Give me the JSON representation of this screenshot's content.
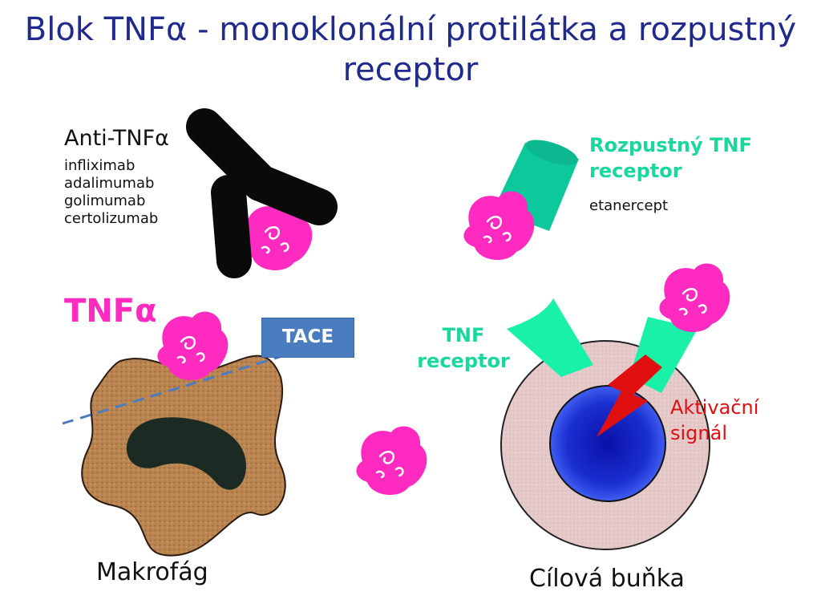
{
  "title": "Blok TNFα - monoklonální protilátka a rozpustný receptor",
  "anti_tnf": {
    "heading": "Anti-TNFα",
    "drugs": [
      "infliximab",
      "adalimumab",
      "golimumab",
      "certolizumab"
    ]
  },
  "soluble_receptor": {
    "line1": "Rozpustný TNF",
    "line2": "receptor",
    "drug": "etanercept"
  },
  "tnf_alpha_label": "TNFα",
  "tace_label": "TACE",
  "tnf_receptor": {
    "line1": "TNF",
    "line2": "receptor"
  },
  "activation_signal": {
    "line1": "Aktivační",
    "line2": "signál"
  },
  "macrophage_label": "Makrofág",
  "target_cell_label": "Cílová buňka",
  "colors": {
    "title": "#1f2a8c",
    "tnf_alpha": "#ff2ac0",
    "receptor": "#19d89c",
    "soluble_receptor": "#0cc89a",
    "signal": "#e01010",
    "tace": "#4a7dc0",
    "macrophage": "#b88252",
    "nucleus_macrophage": "#1b2a22",
    "target_cell": "#e3c7c7",
    "target_nucleus": "#1020c0"
  }
}
